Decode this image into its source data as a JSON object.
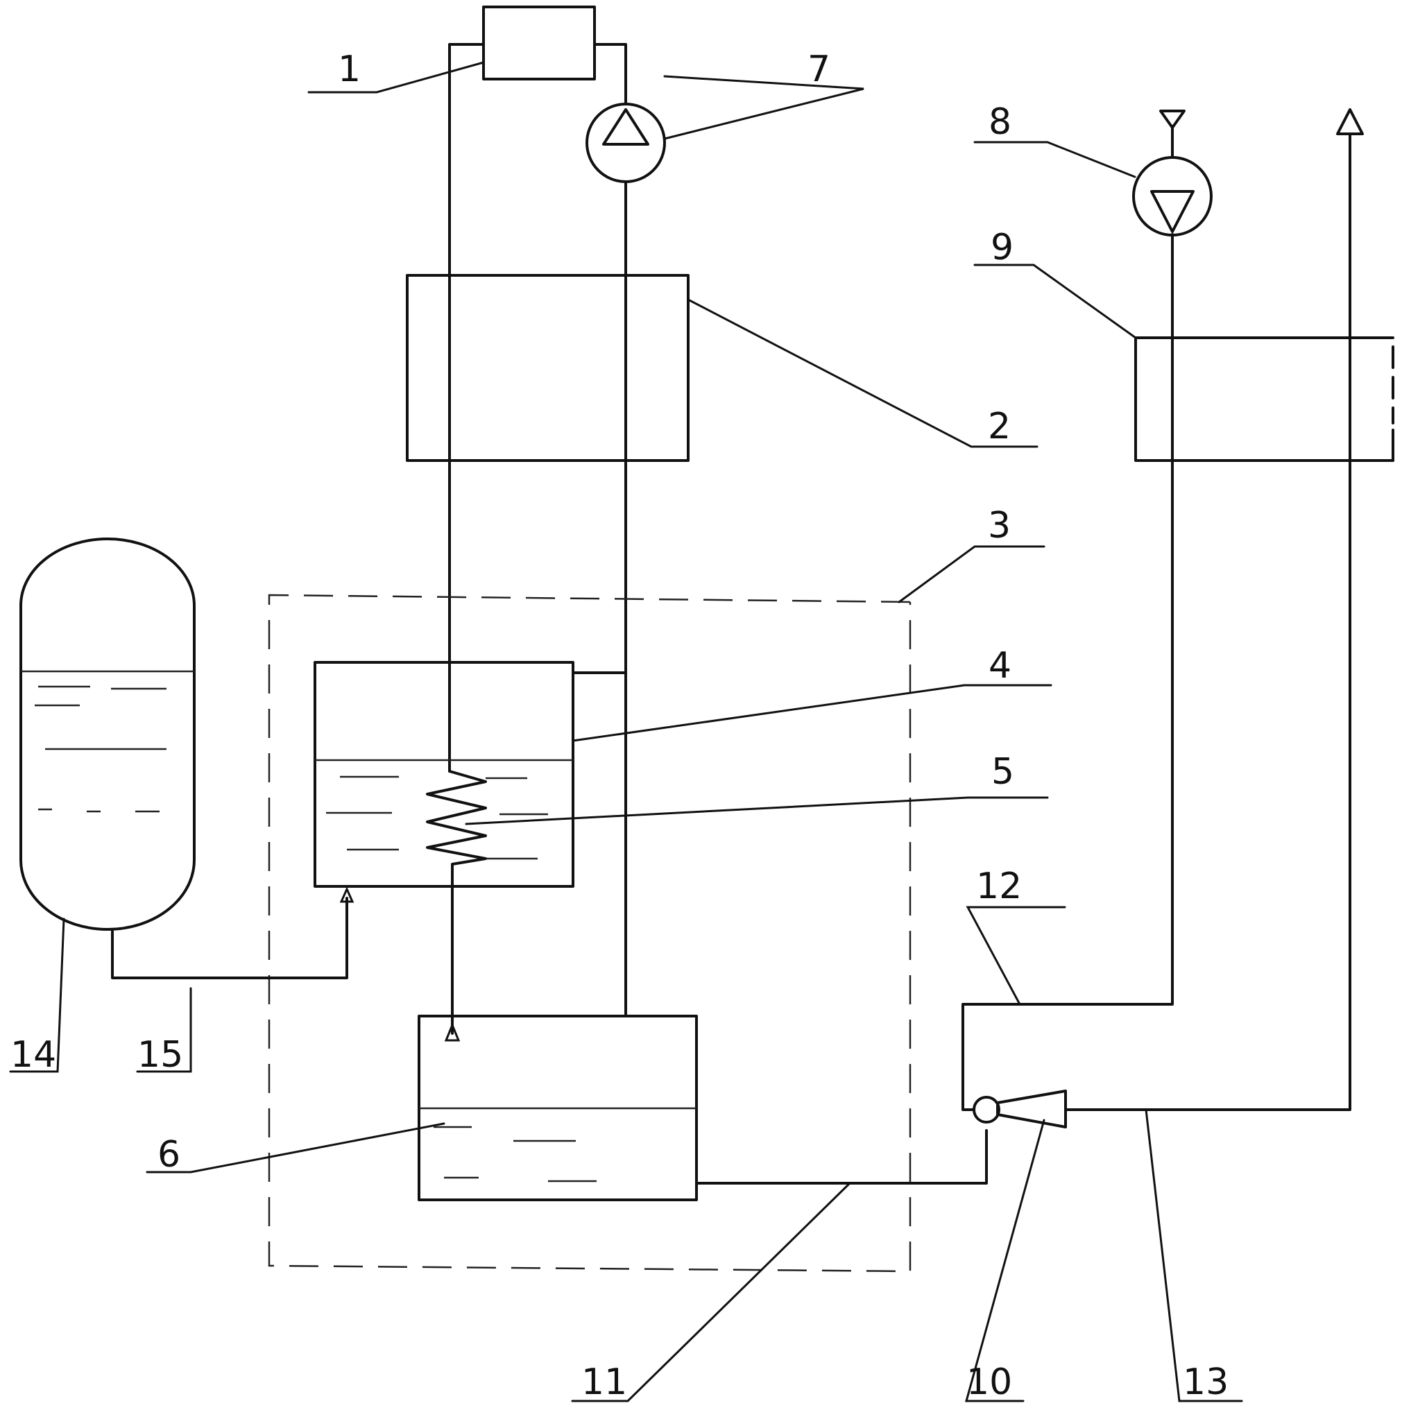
{
  "labels": {
    "n1": "1",
    "n2": "2",
    "n3": "3",
    "n4": "4",
    "n5": "5",
    "n6": "6",
    "n7": "7",
    "n8": "8",
    "n9": "9",
    "n10": "10",
    "n11": "11",
    "n12": "12",
    "n13": "13",
    "n14": "14",
    "n15": "15"
  }
}
